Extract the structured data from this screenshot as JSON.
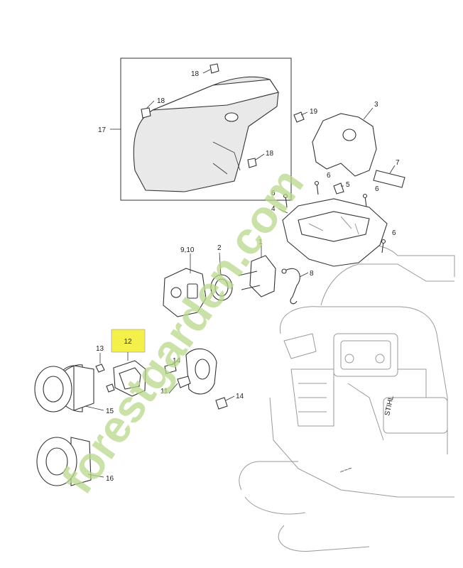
{
  "callouts": {
    "c1": "1",
    "c2": "2",
    "c3": "3",
    "c4": "4",
    "c5": "5",
    "c6a": "6",
    "c6b": "6",
    "c6c": "6",
    "c6d": "6",
    "c7": "7",
    "c8": "8",
    "c9_10": "9,10",
    "c11": "11",
    "c12": "12",
    "c13": "13",
    "c14a": "14",
    "c14b": "14",
    "c15": "15",
    "c16": "16",
    "c17": "17",
    "c18a": "18",
    "c18b": "18",
    "c18c": "18",
    "c19": "19"
  },
  "saw_label": "STIHL",
  "watermark": "forestgarden.com",
  "colors": {
    "highlight": "#f4f04a",
    "watermark_green": "#b9d98a",
    "watermark_orange": "#f2c987"
  }
}
